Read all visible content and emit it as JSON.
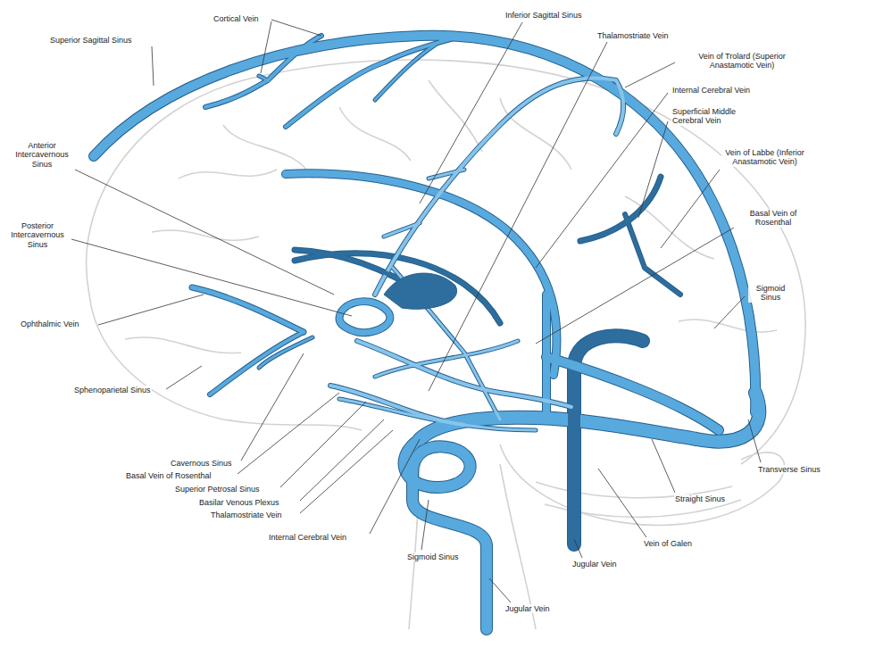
{
  "diagram": {
    "labels": [
      "Cortical Vein",
      "Inferior Sagittal Sinus",
      "Superior Sagittal Sinus",
      "Thalamostriate Vein",
      "Vein of Trolard (Superior Anastamotic Vein)",
      "Internal Cerebral Vein",
      "Superficial Middle Cerebral Vein",
      "Vein of Labbe (Inferior Anastamotic Vein)",
      "Basal Vein of Rosenthal",
      "Anterior Intercavernous Sinus",
      "Posterior Intercavernous Sinus",
      "Ophthalmic Vein",
      "Sigmoid Sinus",
      "Sphenoparietal Sinus",
      "Cavernous Sinus",
      "Basal Vein of Rosenthal",
      "Superior Petrosal Sinus",
      "Basilar Venous Plexus",
      "Transverse Sinus",
      "Thalamostriate Vein",
      "Straight Sinus",
      "Internal Cerebral Vein",
      "Vein of Galen",
      "Sigmoid Sinus",
      "Jugular Vein",
      "Jugular Vein"
    ]
  }
}
